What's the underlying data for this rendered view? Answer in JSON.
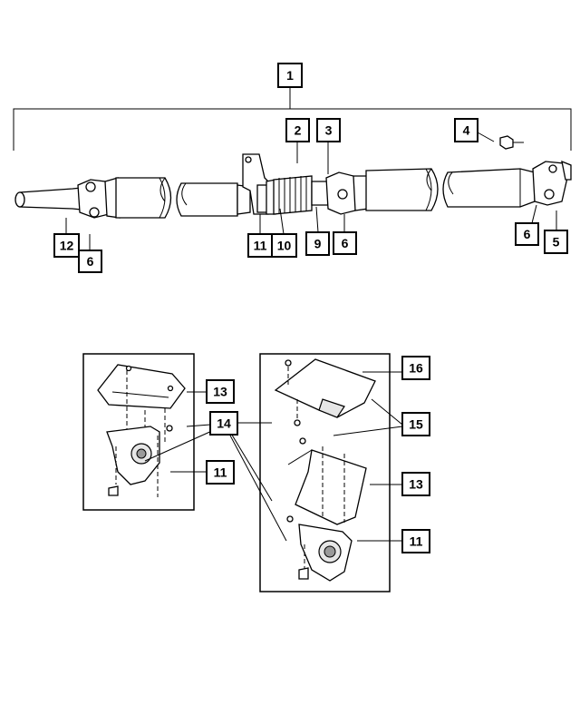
{
  "callouts": {
    "c1": "1",
    "c2": "2",
    "c3": "3",
    "c4": "4",
    "c5": "5",
    "c6a": "6",
    "c6b": "6",
    "c6c": "6",
    "c9": "9",
    "c10": "10",
    "c11a": "11",
    "c11b": "11",
    "c11c": "11",
    "c12": "12",
    "c13a": "13",
    "c13b": "13",
    "c14": "14",
    "c15": "15",
    "c16": "16"
  }
}
